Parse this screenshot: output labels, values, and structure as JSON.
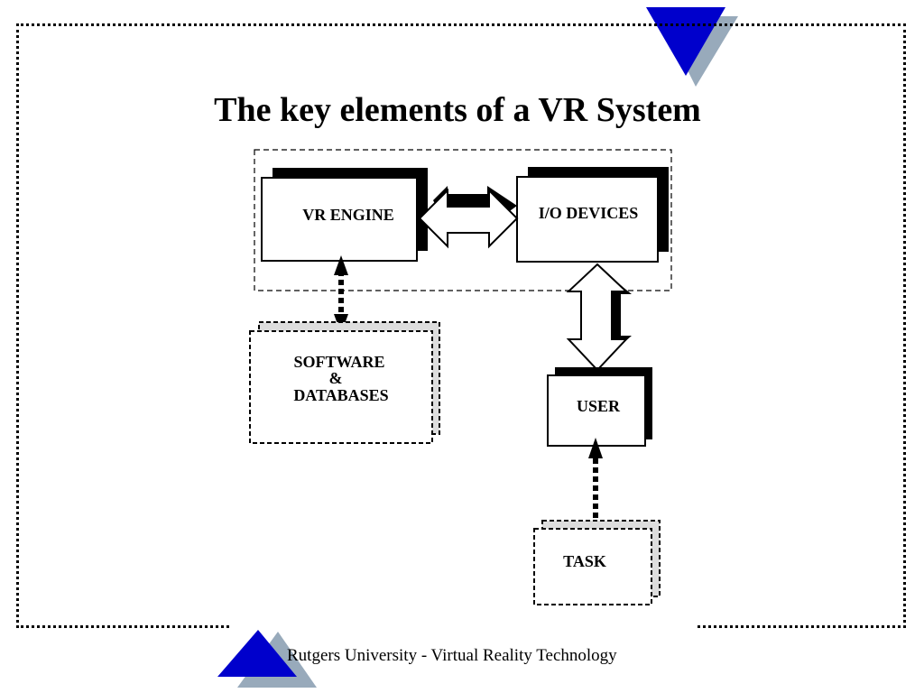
{
  "slide": {
    "title": "The key elements of a VR System",
    "footer": "Rutgers University - Virtual Reality Technology"
  },
  "diagram": {
    "nodes": {
      "vr_engine": "VR ENGINE",
      "io_devices": "I/O DEVICES",
      "software_line1": "SOFTWARE",
      "software_line2": "&",
      "software_line3": "DATABASES",
      "user": "USER",
      "task": "TASK"
    }
  },
  "colors": {
    "accent_blue": "#0000CC",
    "accent_gray": "#98AABB"
  }
}
